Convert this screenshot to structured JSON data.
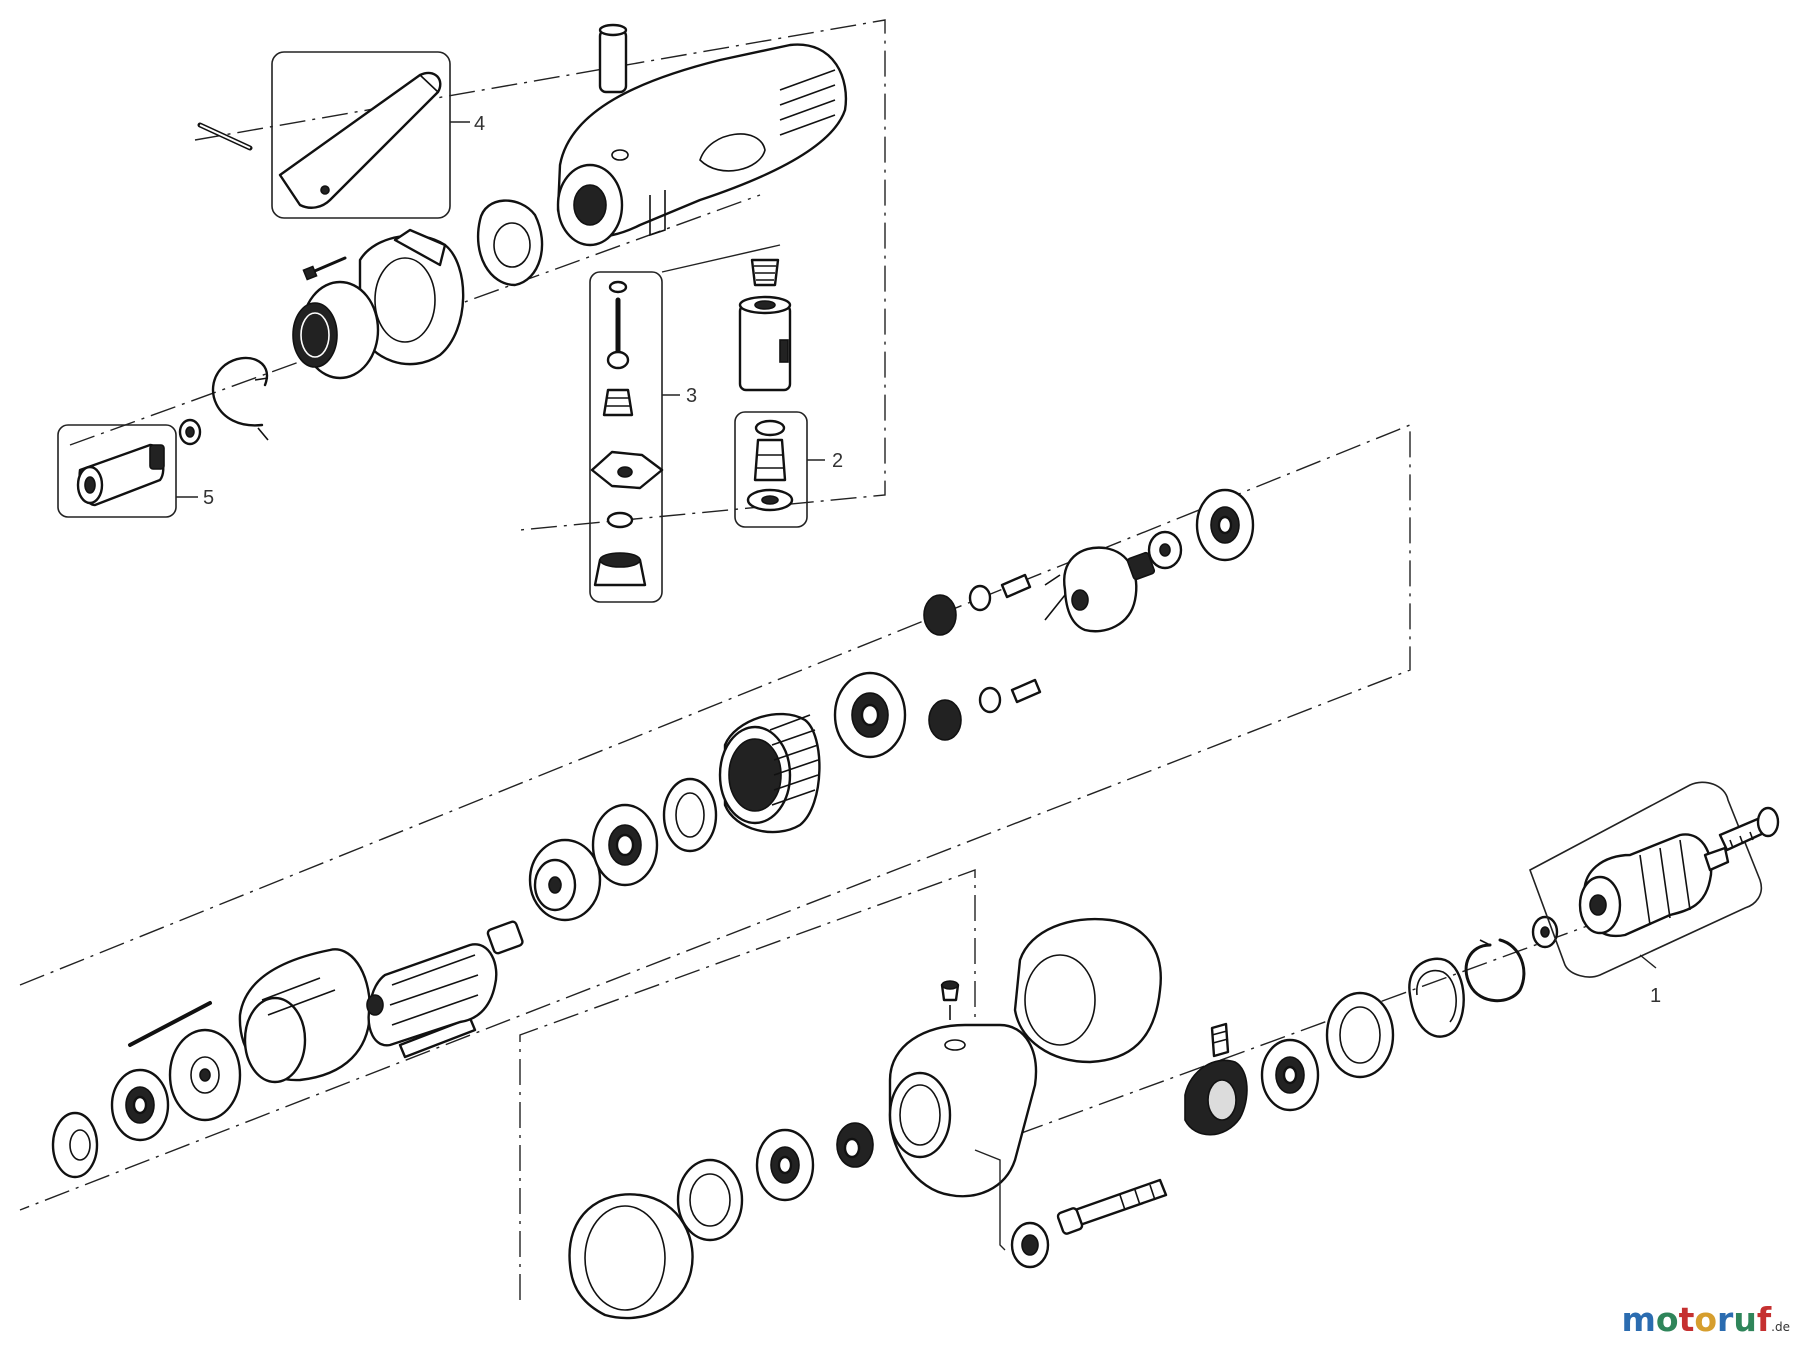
{
  "callouts": [
    {
      "label": "1"
    },
    {
      "label": "2"
    },
    {
      "label": "3"
    },
    {
      "label": "4"
    },
    {
      "label": "5"
    }
  ],
  "watermark": {
    "letters": [
      "m",
      "o",
      "t",
      "o",
      "r",
      "u",
      "f"
    ],
    "letter_colors": [
      "#2b6cb0",
      "#2f855a",
      "#c53030",
      "#d69e2e",
      "#2b6cb0",
      "#2f855a",
      "#c53030"
    ],
    "suffix": ".de"
  }
}
